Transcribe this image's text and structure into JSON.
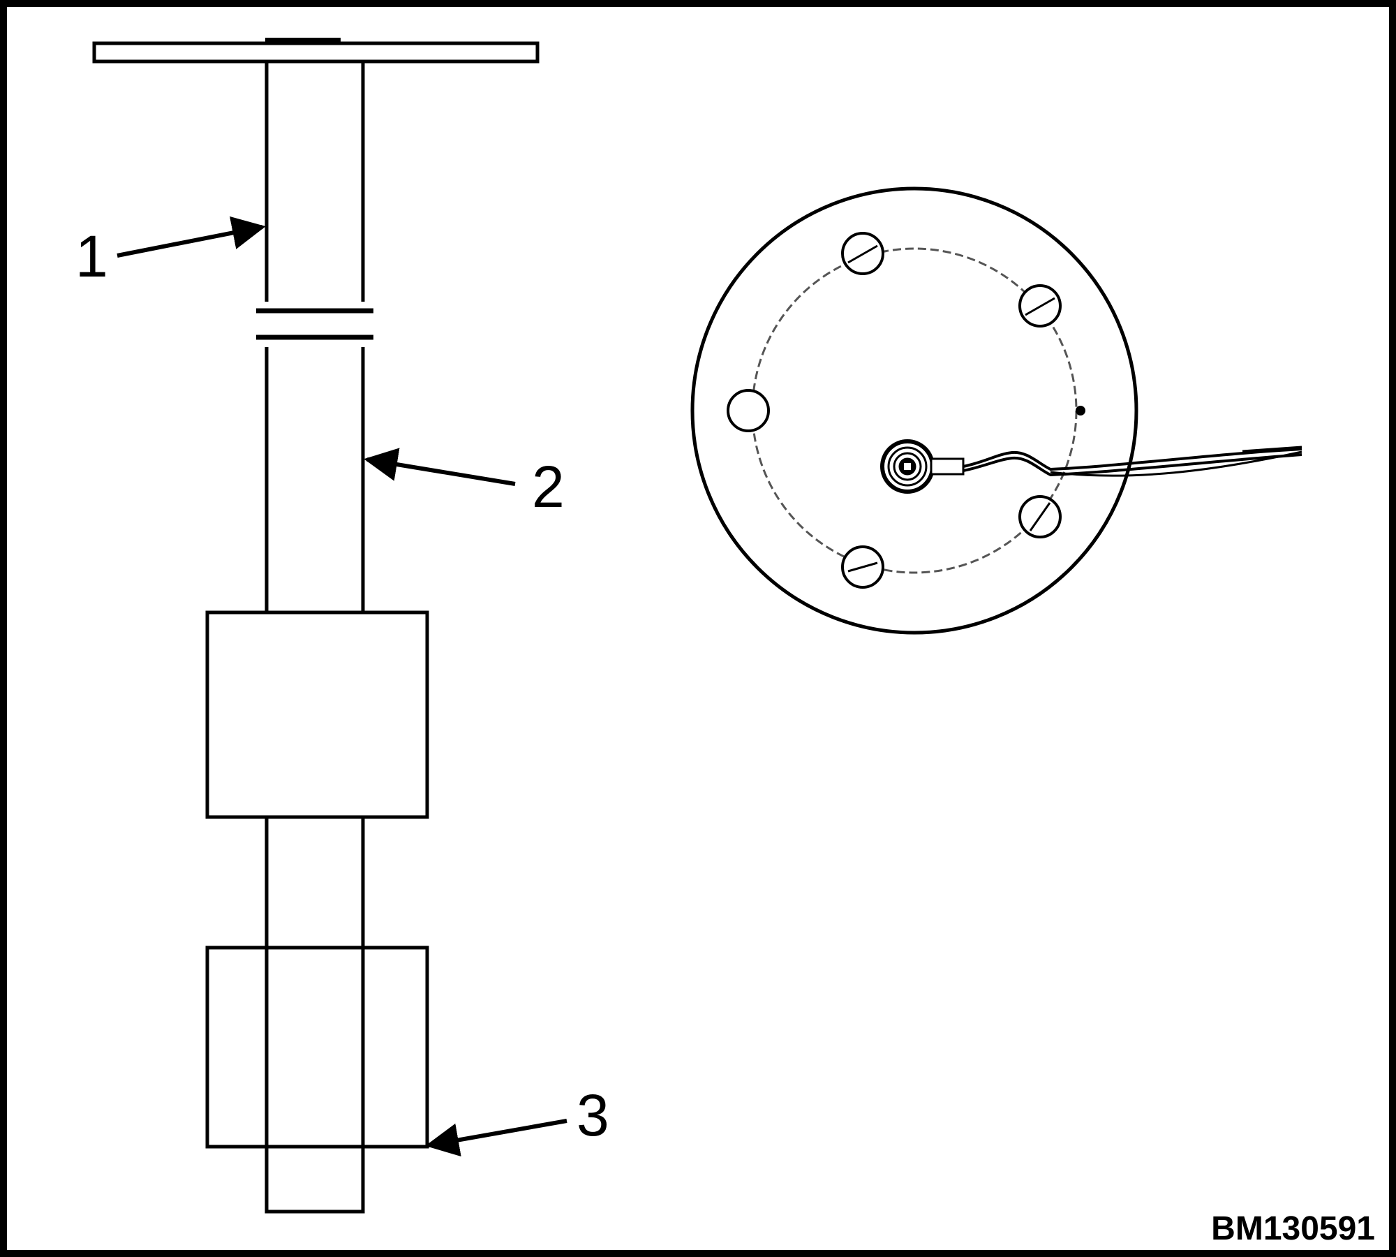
{
  "callouts": [
    {
      "id": "1"
    },
    {
      "id": "2"
    },
    {
      "id": "3"
    }
  ],
  "figure_id": "BM130591",
  "colors": {
    "line": "#000000",
    "gray_line": "#555555",
    "background": "#ffffff"
  }
}
